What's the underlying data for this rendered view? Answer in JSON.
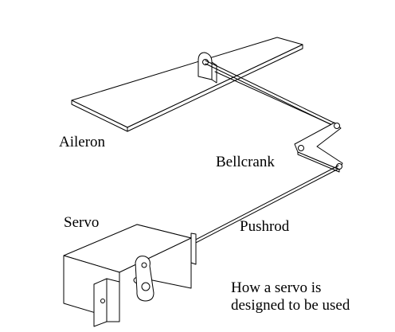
{
  "labels": {
    "aileron": "Aileron",
    "bellcrank": "Bellcrank",
    "servo": "Servo",
    "pushrod": "Pushrod",
    "caption_line1": "How a servo is",
    "caption_line2": "designed to be used"
  },
  "colors": {
    "stroke": "#000000",
    "fill": "#ffffff",
    "background": "#ffffff"
  }
}
